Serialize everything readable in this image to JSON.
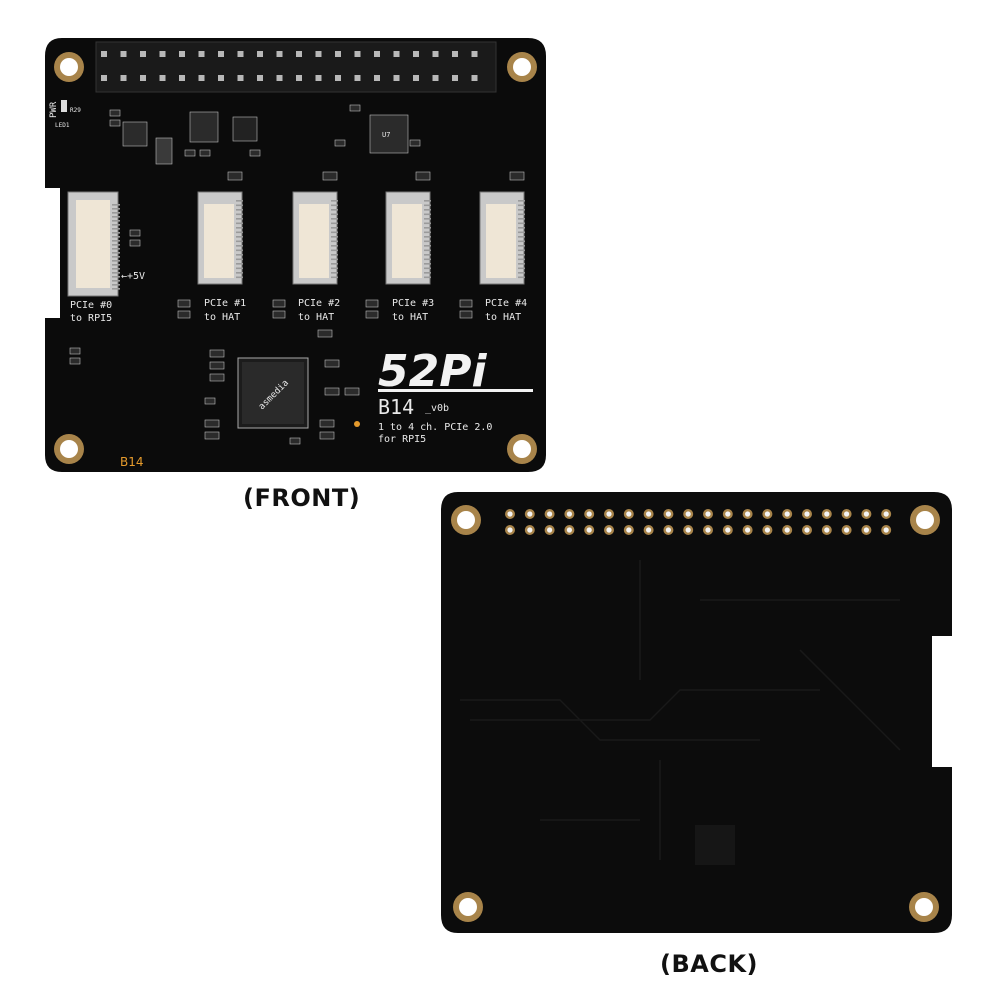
{
  "captions": {
    "front": "(FRONT)",
    "back": "(BACK)"
  },
  "front_board": {
    "pwr_label": "PWR",
    "led_label": "LED1",
    "r_label": "R29",
    "u7_label": "U7",
    "power_label": "←+5V",
    "ports": [
      {
        "line1": "PCIe #0",
        "line2": "to RPI5"
      },
      {
        "line1": "PCIe #1",
        "line2": "to HAT"
      },
      {
        "line1": "PCIe #2",
        "line2": "to HAT"
      },
      {
        "line1": "PCIe #3",
        "line2": "to HAT"
      },
      {
        "line1": "PCIe #4",
        "line2": "to HAT"
      }
    ],
    "logo": "52Pi",
    "model": "B14",
    "version": "_v0b",
    "desc_line1": "1 to 4 ch. PCIe 2.0",
    "desc_line2": "for RPI5",
    "corner_label": "B14",
    "chip_text": "asmedia"
  },
  "colors": {
    "board": "#0b0b0b",
    "hole_gold": "#a8844a",
    "connector_white": "#efe6d6",
    "silkscreen": "#e9e9e9",
    "accent_orange": "#e59a2c"
  }
}
